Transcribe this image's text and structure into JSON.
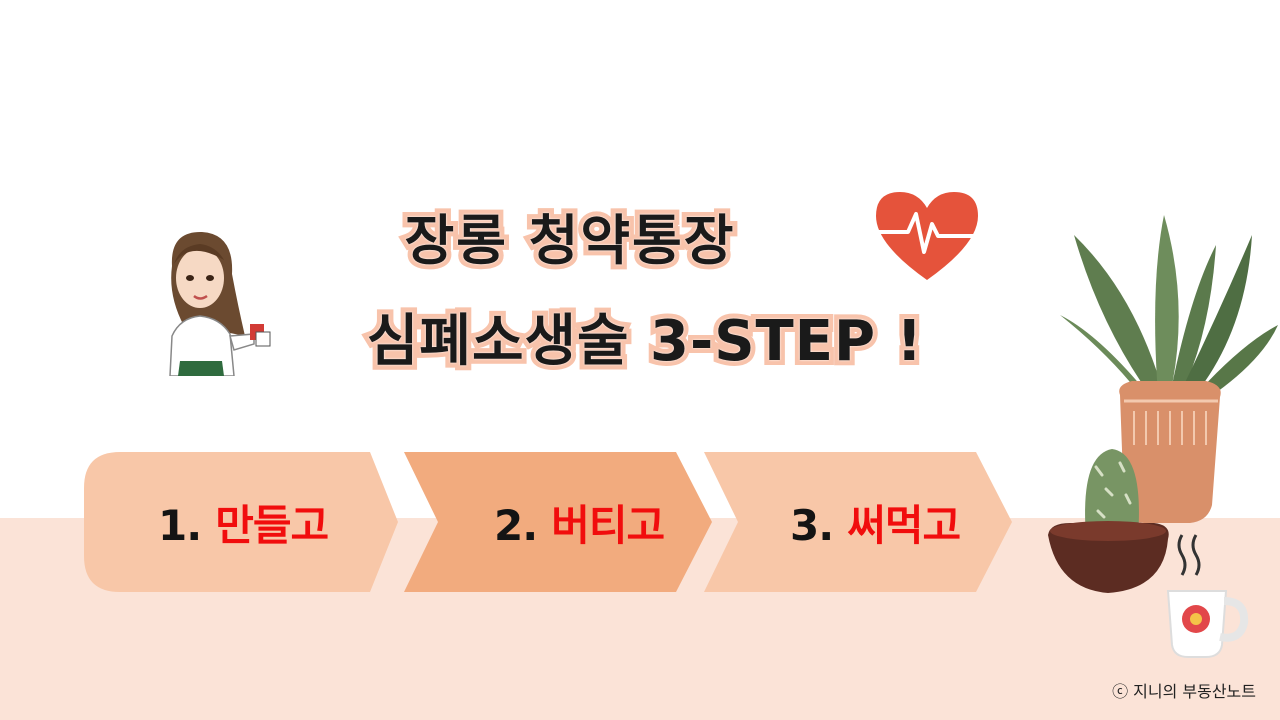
{
  "title": {
    "line1": "장롱 청약통장",
    "line2": "심폐소생술 3-STEP !"
  },
  "steps": [
    {
      "number": "1.",
      "label": "만들고"
    },
    {
      "number": "2.",
      "label": "버티고"
    },
    {
      "number": "3.",
      "label": "써먹고"
    }
  ],
  "copyright": "ⓒ 지니의 부동산노트",
  "colors": {
    "floor": "#fbe3d7",
    "step_light": "#f8c7a8",
    "step_mid": "#f2ab7e",
    "step_word": "#f10d0d",
    "heart": "#e5533b",
    "title_outline": "#f8c3ab"
  },
  "icons": [
    "heartbeat-heart-icon",
    "woman-avatar-icon",
    "potted-plants-illustration",
    "coffee-mug-icon"
  ]
}
